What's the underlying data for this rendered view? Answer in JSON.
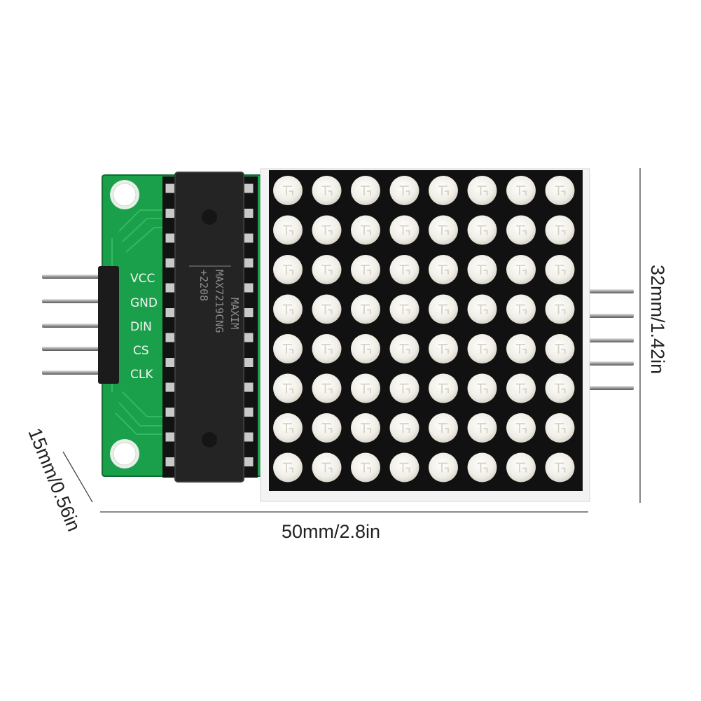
{
  "product": {
    "pin_labels": [
      "VCC",
      "GND",
      "DIN",
      "CS",
      "CLK"
    ],
    "chip": {
      "brand": "MAXIM",
      "model": "MAX7219CNG",
      "code": "+2208"
    },
    "led_matrix": {
      "rows": 8,
      "cols": 8,
      "led_color": "#f2f0e8",
      "body_color": "#111111"
    },
    "pcb_color": "#1aa04a"
  },
  "dimensions": {
    "width": "50mm/2.8in",
    "height": "32mm/1.42in",
    "depth": "15mm/0.56in"
  }
}
